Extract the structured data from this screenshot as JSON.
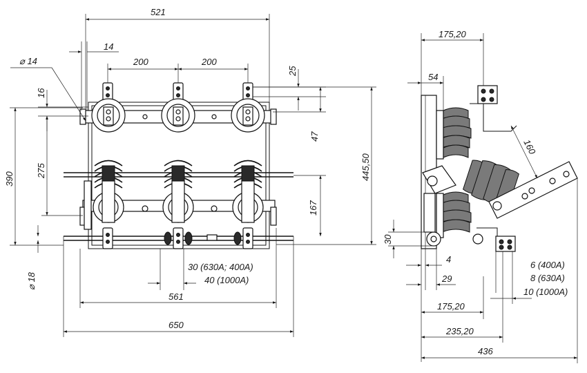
{
  "front_view": {
    "dims": {
      "width_top": "521",
      "plate_14": "14",
      "pitch_left": "200",
      "pitch_right": "200",
      "hole_dia": "⌀ 14",
      "dim_16": "16",
      "height_390": "390",
      "height_275": "275",
      "dim_25": "25",
      "dim_47": "47",
      "height_445": "445,50",
      "dim_167": "167",
      "rod_dia": "⌀ 18",
      "note_400": "30 (630A; 400A)",
      "note_1000": "40 (1000A)",
      "width_561": "561",
      "width_650": "650"
    }
  },
  "side_view": {
    "dims": {
      "top_175": "175,20",
      "dim_54": "54",
      "dim_160": "160",
      "dim_30": "30",
      "dim_4": "4",
      "dim_29": "29",
      "cur_400": "6 (400A)",
      "cur_630": "8 (630A)",
      "cur_1000": "10 (1000A)",
      "bot_175": "175,20",
      "bot_235": "235,20",
      "bot_436": "436"
    }
  }
}
